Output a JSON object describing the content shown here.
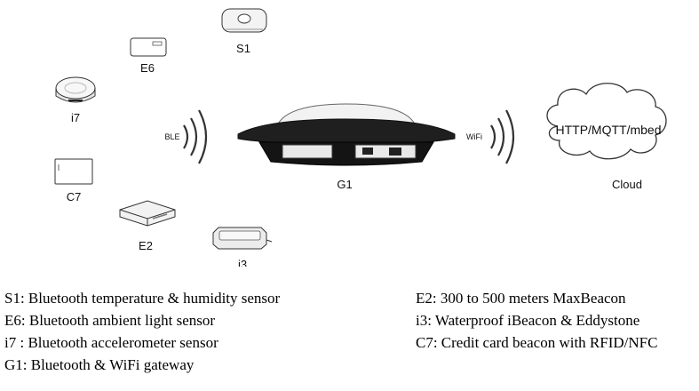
{
  "devices": {
    "s1": "S1",
    "e6": "E6",
    "i7": "i7",
    "c7": "C7",
    "e2": "E2",
    "i3": "i3"
  },
  "gateway": {
    "label": "G1"
  },
  "links": {
    "ble": "BLE",
    "wifi": "WiFi"
  },
  "cloud": {
    "text": "HTTP/MQTT/mbed",
    "label": "Cloud"
  },
  "legend": {
    "s1": "S1: Bluetooth temperature & humidity sensor",
    "e6": "E6: Bluetooth ambient light sensor",
    "i7": "i7 : Bluetooth accelerometer sensor",
    "g1": "G1: Bluetooth & WiFi gateway",
    "e2": "E2: 300 to 500 meters MaxBeacon",
    "i3": "i3: Waterproof iBeacon & Eddystone",
    "c7": "C7: Credit card beacon with RFID/NFC"
  }
}
